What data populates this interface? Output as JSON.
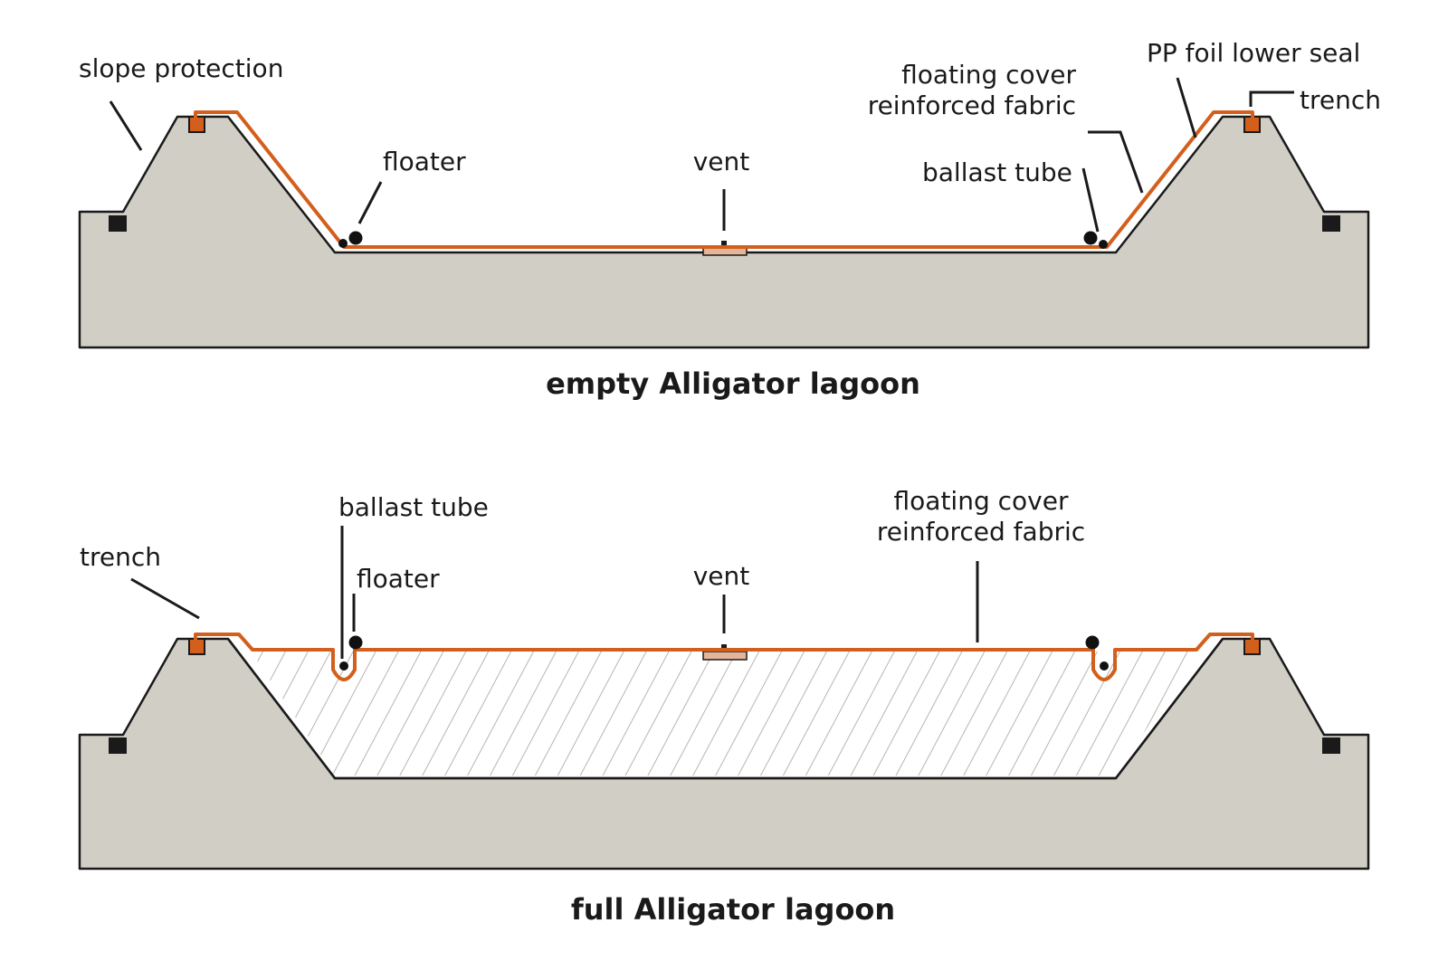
{
  "colors": {
    "ground": "#d1cec6",
    "membrane": "#d35f1d",
    "outline": "#1a1a1a",
    "water_hatch": "#b8b5ae"
  },
  "top": {
    "caption": "empty Alligator lagoon",
    "labels": {
      "slope_protection": "slope protection",
      "floater": "floater",
      "vent": "vent",
      "ballast_tube": "ballast tube",
      "floating_cover_line1": "floating cover",
      "floating_cover_line2": "reinforced fabric",
      "pp_foil": "PP foil lower seal",
      "trench": "trench"
    }
  },
  "bottom": {
    "caption": "full Alligator lagoon",
    "labels": {
      "trench": "trench",
      "ballast_tube": "ballast tube",
      "floater": "floater",
      "vent": "vent",
      "floating_cover_line1": "floating cover",
      "floating_cover_line2": "reinforced fabric"
    }
  }
}
